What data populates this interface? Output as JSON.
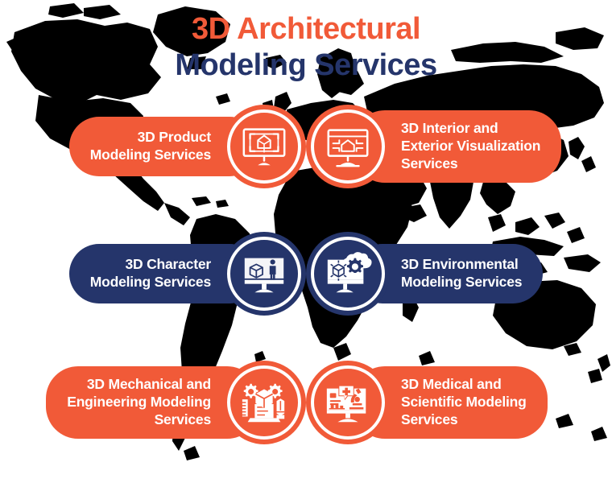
{
  "page": {
    "title_line1": "3D Architectural",
    "title_line2": "Modeling Services",
    "background": "world-map",
    "colors": {
      "orange": "#F15A38",
      "navy": "#25356B",
      "white": "#FFFFFF",
      "map": "#000000",
      "page_background": "#FFFFFF"
    }
  },
  "services": [
    {
      "label": "3D Product\nModeling Services",
      "color": "orange",
      "icon": "monitor-3d-house-icon",
      "icon_side": "right",
      "row": 1,
      "column": "left"
    },
    {
      "label": "3D Interior and\nExterior Visualization\nServices",
      "color": "orange",
      "icon": "monitor-floorplan-icon",
      "icon_side": "left",
      "row": 1,
      "column": "right"
    },
    {
      "label": "3D Character\nModeling Services",
      "color": "navy",
      "icon": "monitor-cube-person-icon",
      "icon_side": "right",
      "row": 2,
      "column": "left"
    },
    {
      "label": "3D Environmental\nModeling Services",
      "color": "navy",
      "icon": "monitor-cube-cloud-gear-icon",
      "icon_side": "left",
      "row": 2,
      "column": "right"
    },
    {
      "label": "3D Mechanical and\nEngineering Modeling\nServices",
      "color": "orange",
      "icon": "laptop-gears-cube-ruler-pencil-icon",
      "icon_side": "right",
      "row": 3,
      "column": "left"
    },
    {
      "label": "3D Medical and\nScientific Modeling\nServices",
      "color": "orange",
      "icon": "monitor-medical-cross-microscope-icon",
      "icon_side": "left",
      "row": 3,
      "column": "right"
    }
  ]
}
